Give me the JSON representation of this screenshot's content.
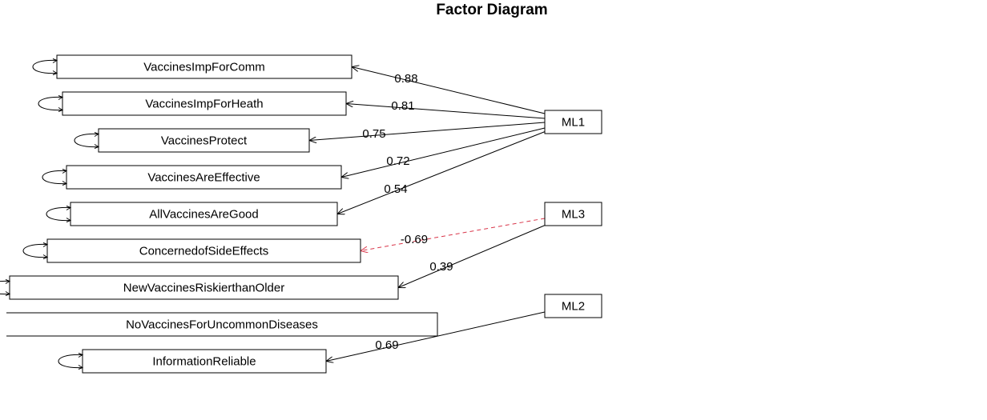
{
  "title": "Factor Diagram",
  "colors": {
    "positive": "#000000",
    "negative": "#d9364a"
  },
  "variables": [
    {
      "label": "VaccinesImpForComm"
    },
    {
      "label": "VaccinesImpForHeath"
    },
    {
      "label": "VaccinesProtect"
    },
    {
      "label": "VaccinesAreEffective"
    },
    {
      "label": "AllVaccinesAreGood"
    },
    {
      "label": "ConcernedofSideEffects"
    },
    {
      "label": "NewVaccinesRiskierthanOlder"
    },
    {
      "label": "NoVaccinesForUncommonDiseases"
    },
    {
      "label": "InformationReliable"
    }
  ],
  "factors": [
    {
      "label": "ML1"
    },
    {
      "label": "ML3"
    },
    {
      "label": "ML2"
    }
  ],
  "loadings": [
    {
      "factor": "ML1",
      "variable": "VaccinesImpForComm",
      "value": "0.88",
      "sign": "positive"
    },
    {
      "factor": "ML1",
      "variable": "VaccinesImpForHeath",
      "value": "0.81",
      "sign": "positive"
    },
    {
      "factor": "ML1",
      "variable": "VaccinesProtect",
      "value": "0.75",
      "sign": "positive"
    },
    {
      "factor": "ML1",
      "variable": "VaccinesAreEffective",
      "value": "0.72",
      "sign": "positive"
    },
    {
      "factor": "ML1",
      "variable": "AllVaccinesAreGood",
      "value": "0.54",
      "sign": "positive"
    },
    {
      "factor": "ML3",
      "variable": "ConcernedofSideEffects",
      "value": "-0.69",
      "sign": "negative"
    },
    {
      "factor": "ML3",
      "variable": "NewVaccinesRiskierthanOlder",
      "value": "0.39",
      "sign": "positive"
    },
    {
      "factor": "ML2",
      "variable": "InformationReliable",
      "value": "0.69",
      "sign": "positive"
    }
  ]
}
